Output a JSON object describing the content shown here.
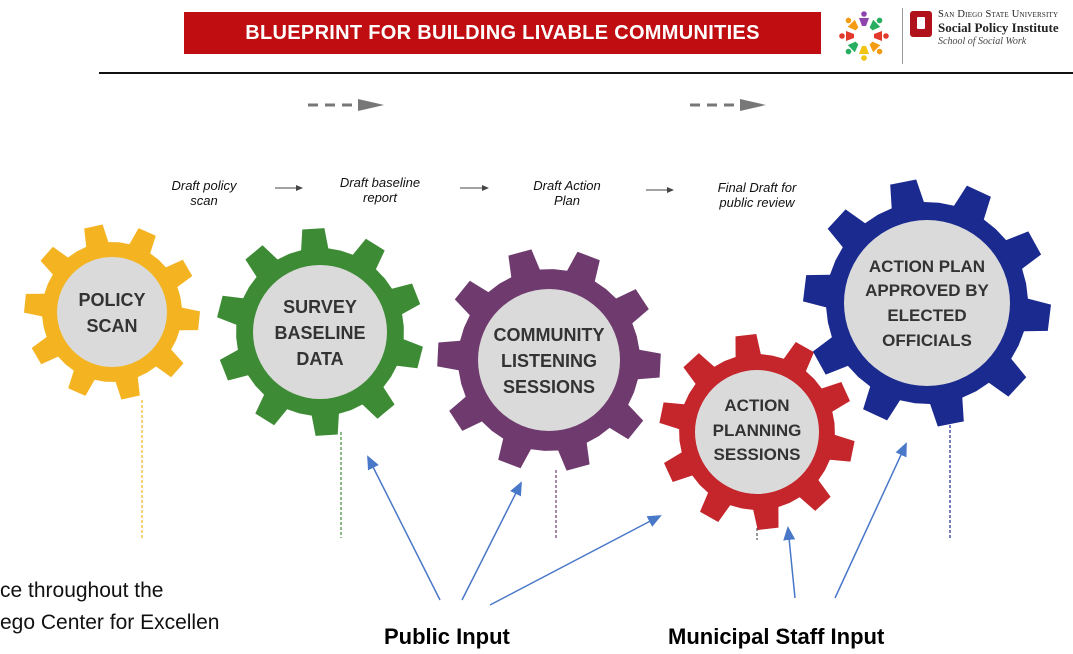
{
  "header": {
    "banner_title": "BLUEPRINT FOR BUILDING LIVABLE COMMUNITIES",
    "banner_color": "#c00d12",
    "logo_icon": "people-circle-logo-icon",
    "institution": {
      "line1": "San Diego State University",
      "line2": "Social Policy Institute",
      "line3": "School of Social Work"
    }
  },
  "draft_steps": [
    "Draft policy\nscan",
    "Draft baseline\nreport",
    "Draft Action\nPlan",
    "Final Draft for\npublic review"
  ],
  "gears": [
    {
      "label": "POLICY\nSCAN",
      "color": "#f4b321"
    },
    {
      "label": "SURVEY\nBASELINE\nDATA",
      "color": "#3d8b35"
    },
    {
      "label": "COMMUNITY\nLISTENING\nSESSIONS",
      "color": "#6f3b6f"
    },
    {
      "label": "ACTION\nPLANNING\nSESSIONS",
      "color": "#c4262c"
    },
    {
      "label": "ACTION PLAN\nAPPROVED BY\nELECTED\nOFFICIALS",
      "color": "#1b2a8f"
    }
  ],
  "inputs": {
    "public": "Public Input",
    "municipal": "Municipal Staff Input"
  },
  "body_text": {
    "line1": "ce throughout the",
    "line2": "ego Center for Excellence"
  },
  "colors": {
    "gear_center": "#dadada",
    "arrow_blue": "#4a78c9",
    "dash_arrow": "#777777"
  }
}
